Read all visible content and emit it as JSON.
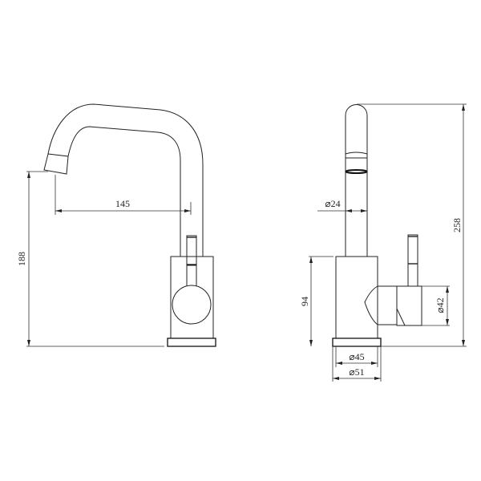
{
  "dimensions": {
    "spout_reach": "145",
    "spout_height": "188",
    "tube_diameter": "⌀24",
    "body_height": "94",
    "total_height": "258",
    "handle_diameter": "⌀42",
    "body_diameter": "⌀45",
    "base_diameter": "⌀51"
  }
}
